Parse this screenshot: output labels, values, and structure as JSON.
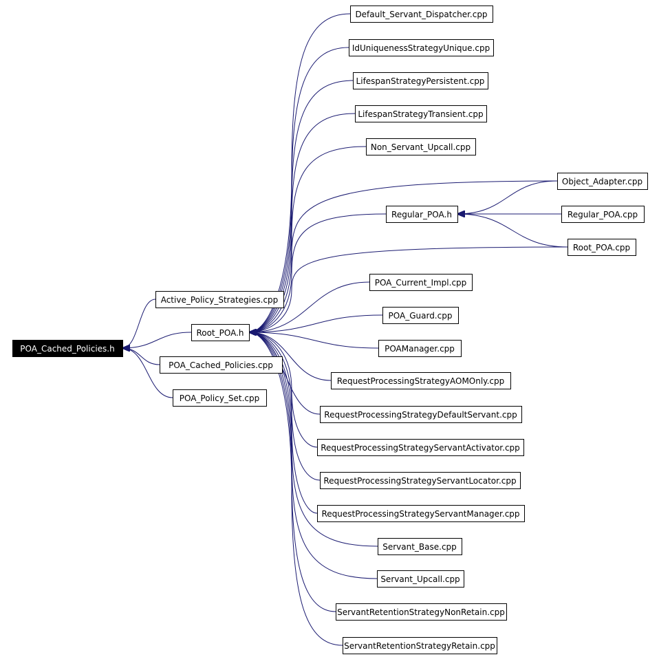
{
  "colors": {
    "edge": "#191970",
    "node_border": "#000000",
    "node_fill": "#ffffff",
    "root_fill": "#000000",
    "root_text": "#ffffff"
  },
  "nodes": [
    {
      "id": "n0",
      "label": "POA_Cached_Policies.h",
      "root": true
    },
    {
      "id": "n1",
      "label": "Active_Policy_Strategies.cpp"
    },
    {
      "id": "n2",
      "label": "Root_POA.h"
    },
    {
      "id": "n3",
      "label": "POA_Cached_Policies.cpp"
    },
    {
      "id": "n4",
      "label": "POA_Policy_Set.cpp"
    },
    {
      "id": "n5",
      "label": "Default_Servant_Dispatcher.cpp"
    },
    {
      "id": "n6",
      "label": "IdUniquenessStrategyUnique.cpp"
    },
    {
      "id": "n7",
      "label": "LifespanStrategyPersistent.cpp"
    },
    {
      "id": "n8",
      "label": "LifespanStrategyTransient.cpp"
    },
    {
      "id": "n9",
      "label": "Non_Servant_Upcall.cpp"
    },
    {
      "id": "n10",
      "label": "Regular_POA.h"
    },
    {
      "id": "n11",
      "label": "POA_Current_Impl.cpp"
    },
    {
      "id": "n12",
      "label": "POA_Guard.cpp"
    },
    {
      "id": "n13",
      "label": "POAManager.cpp"
    },
    {
      "id": "n14",
      "label": "RequestProcessingStrategyAOMOnly.cpp"
    },
    {
      "id": "n15",
      "label": "RequestProcessingStrategyDefaultServant.cpp"
    },
    {
      "id": "n16",
      "label": "RequestProcessingStrategyServantActivator.cpp"
    },
    {
      "id": "n17",
      "label": "RequestProcessingStrategyServantLocator.cpp"
    },
    {
      "id": "n18",
      "label": "RequestProcessingStrategyServantManager.cpp"
    },
    {
      "id": "n19",
      "label": "Servant_Base.cpp"
    },
    {
      "id": "n20",
      "label": "Servant_Upcall.cpp"
    },
    {
      "id": "n21",
      "label": "ServantRetentionStrategyNonRetain.cpp"
    },
    {
      "id": "n22",
      "label": "ServantRetentionStrategyRetain.cpp"
    },
    {
      "id": "n23",
      "label": "Object_Adapter.cpp"
    },
    {
      "id": "n24",
      "label": "Regular_POA.cpp"
    },
    {
      "id": "n25",
      "label": "Root_POA.cpp"
    }
  ],
  "edges": [
    {
      "from": "n1",
      "to": "n0"
    },
    {
      "from": "n2",
      "to": "n0"
    },
    {
      "from": "n3",
      "to": "n0"
    },
    {
      "from": "n4",
      "to": "n0"
    },
    {
      "from": "n5",
      "to": "n2"
    },
    {
      "from": "n6",
      "to": "n2"
    },
    {
      "from": "n7",
      "to": "n2"
    },
    {
      "from": "n8",
      "to": "n2"
    },
    {
      "from": "n9",
      "to": "n2"
    },
    {
      "from": "n10",
      "to": "n2"
    },
    {
      "from": "n11",
      "to": "n2"
    },
    {
      "from": "n12",
      "to": "n2"
    },
    {
      "from": "n13",
      "to": "n2"
    },
    {
      "from": "n14",
      "to": "n2"
    },
    {
      "from": "n15",
      "to": "n2"
    },
    {
      "from": "n16",
      "to": "n2"
    },
    {
      "from": "n17",
      "to": "n2"
    },
    {
      "from": "n18",
      "to": "n2"
    },
    {
      "from": "n19",
      "to": "n2"
    },
    {
      "from": "n20",
      "to": "n2"
    },
    {
      "from": "n21",
      "to": "n2"
    },
    {
      "from": "n22",
      "to": "n2"
    },
    {
      "from": "n23",
      "to": "n2"
    },
    {
      "from": "n25",
      "to": "n2"
    },
    {
      "from": "n23",
      "to": "n10"
    },
    {
      "from": "n24",
      "to": "n10"
    },
    {
      "from": "n25",
      "to": "n10"
    }
  ]
}
